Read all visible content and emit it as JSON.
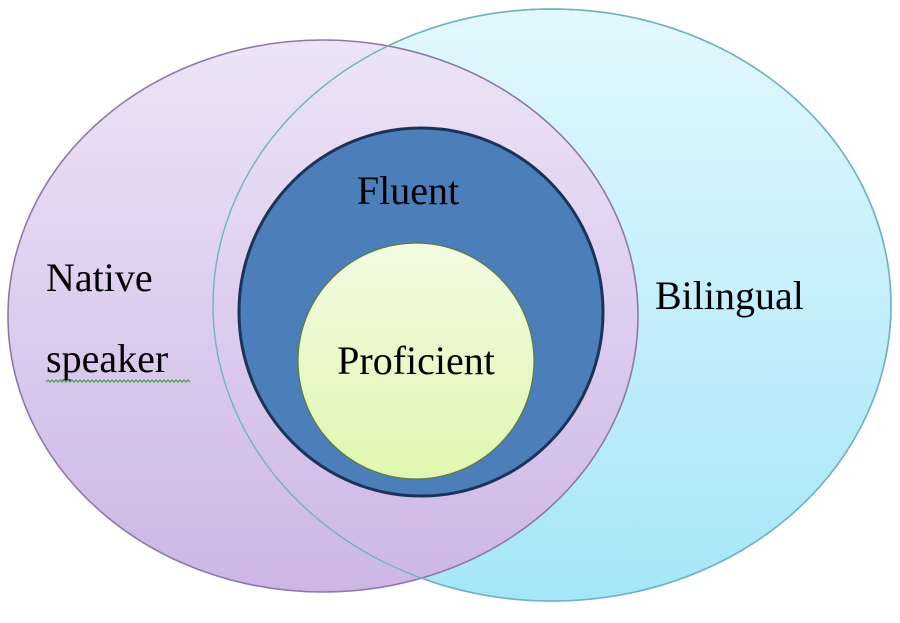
{
  "diagram": {
    "type": "nested-venn",
    "sets": [
      {
        "id": "native",
        "label_lines": [
          "Native",
          "speaker"
        ],
        "fill_top": "#ECE4F6",
        "fill_bottom": "#CDB6E6",
        "stroke": "#8E78A8"
      },
      {
        "id": "bilingual",
        "label_lines": [
          "Bilingual"
        ],
        "fill_top": "#E2F8FD",
        "fill_bottom": "#A6E6F8",
        "stroke": "#6FB3C2"
      },
      {
        "id": "fluent",
        "label_lines": [
          "Fluent"
        ],
        "fill": "#4C7EBA",
        "stroke": "#1B3358"
      },
      {
        "id": "proficient",
        "label_lines": [
          "Proficient"
        ],
        "fill_top": "#F2FBE2",
        "fill_bottom": "#E0F7B0",
        "stroke": "#5C7A3A"
      }
    ],
    "relations": [
      "Native speaker overlaps Bilingual",
      "Fluent lies inside the overlap of Native speaker and Bilingual",
      "Proficient lies inside Fluent"
    ],
    "spellcheck_underline": {
      "word": "speaker",
      "color": "#3FA33F"
    }
  }
}
